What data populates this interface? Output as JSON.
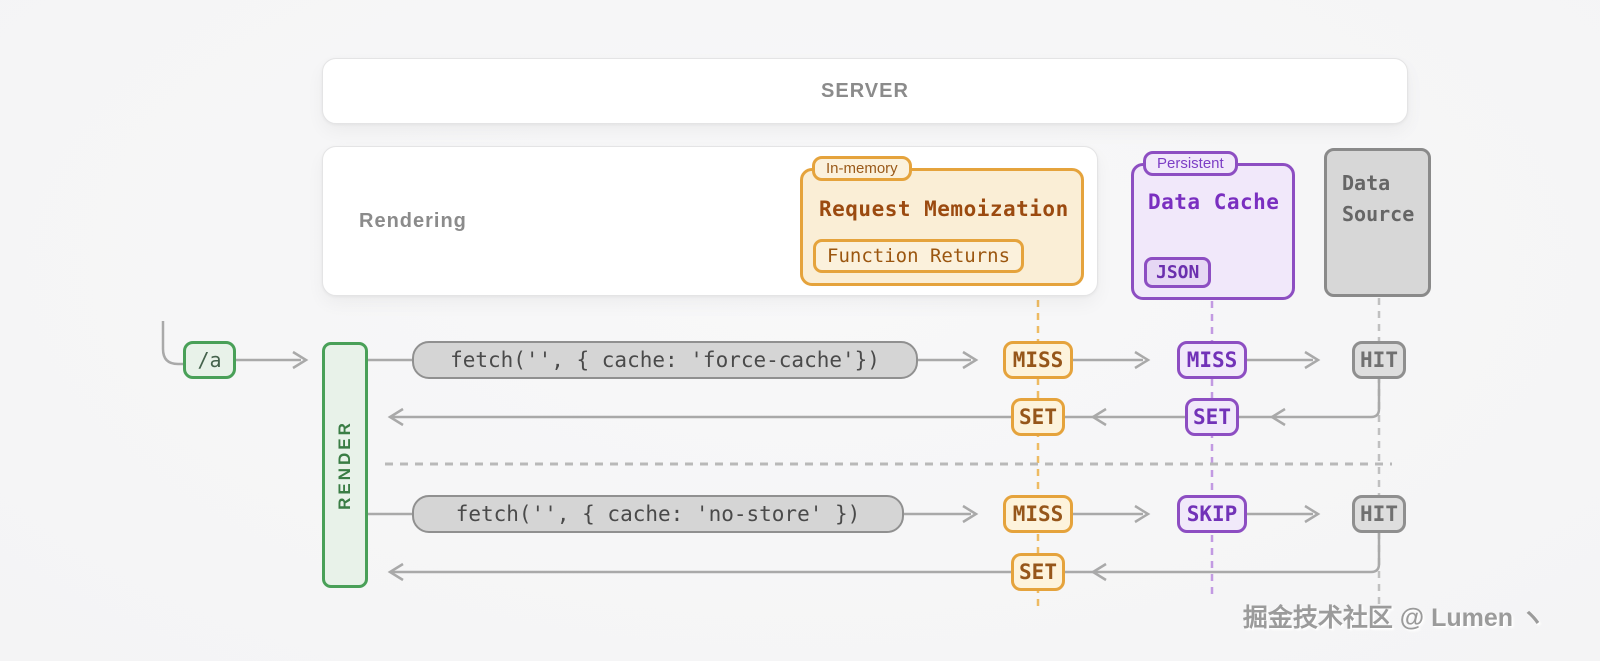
{
  "server": {
    "label": "SERVER"
  },
  "rendering": {
    "label": "Rendering"
  },
  "request_memoization": {
    "badge": "In-memory",
    "title": "Request Memoization",
    "inner": "Function Returns"
  },
  "data_cache": {
    "badge": "Persistent",
    "title": "Data Cache",
    "inner": "JSON"
  },
  "data_source": {
    "label": "Data Source"
  },
  "route": {
    "label": "/a"
  },
  "render_lane": {
    "label": "RENDER"
  },
  "flow": {
    "row1": {
      "fetch": "fetch('', { cache: 'force-cache'})",
      "memoization": "MISS",
      "cache": "MISS",
      "source": "HIT"
    },
    "row2": {
      "memoization_set": "SET",
      "cache_set": "SET"
    },
    "row3": {
      "fetch": "fetch('', { cache: 'no-store' })",
      "memoization": "MISS",
      "cache": "SKIP",
      "source": "HIT"
    },
    "row4": {
      "memoization_set": "SET"
    }
  },
  "colors": {
    "orange_border": "#e5a33c",
    "orange_bg": "#fdf3dc",
    "orange_text": "#96561a",
    "purple_border": "#8d4ec2",
    "purple_bg": "#f1e9fa",
    "purple_text": "#7232b8",
    "green_border": "#49a058",
    "green_bg": "#e8f2e9",
    "gray_border": "#8f8f8f",
    "line_gray": "#a9a9a9"
  },
  "watermark": "掘金技术社区 @ Lumen ヽ"
}
